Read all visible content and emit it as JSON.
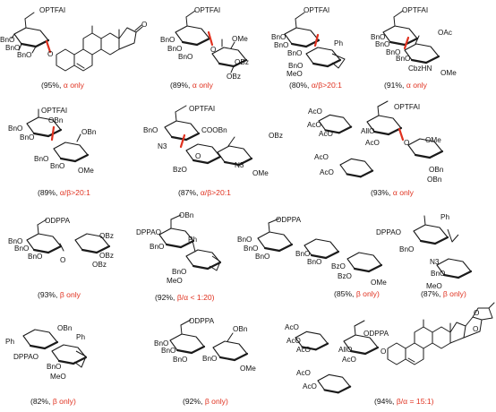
{
  "colors": {
    "protecting_group_green": "#2e8b2e",
    "protecting_group_blue": "#2f8fd0",
    "selectivity_red": "#e0311f",
    "bond": "#1a1a1a"
  },
  "compounds": [
    {
      "id": "c1",
      "group": "OPTFAI",
      "labels": [
        "BnO",
        "BnO",
        "BnO",
        "O"
      ],
      "yield": "(95%,",
      "selectivity": "α only"
    },
    {
      "id": "c2",
      "group": "OPTFAI",
      "labels": [
        "BnO",
        "BnO",
        "BnO",
        "O",
        "OMe",
        "OBz",
        "OBz",
        "O"
      ],
      "yield": "(89%,",
      "selectivity": "α only"
    },
    {
      "id": "c3",
      "group": "OPTFAI",
      "labels": [
        "BnO",
        "BnO",
        "BnO",
        "Ph",
        "BnO",
        "MeO",
        "O"
      ],
      "yield": "(80%,",
      "selectivity": "α/β>20:1"
    },
    {
      "id": "c4",
      "group": "OPTFAI",
      "labels": [
        "BnO",
        "BnO",
        "BnO",
        "OAc",
        "BnO",
        "CbzHN",
        "OMe"
      ],
      "yield": "(91%,",
      "selectivity": "α only"
    },
    {
      "id": "c5",
      "group": "OPTFAI",
      "labels": [
        "OBn",
        "BnO",
        "BnO",
        "OBn",
        "BnO",
        "BnO",
        "OMe"
      ],
      "yield": "(89%,",
      "selectivity": "α/β>20:1"
    },
    {
      "id": "c6",
      "group": "OPTFAI",
      "labels": [
        "BnO",
        "N3",
        "COOBn",
        "BzO",
        "O",
        "OBz",
        "N3",
        "OMe",
        "O"
      ],
      "yield": "(87%,",
      "selectivity": "α/β>20:1"
    },
    {
      "id": "c7",
      "group": "OPTFAI",
      "labels": [
        "AcO",
        "AcO",
        "AcO",
        "AllO",
        "AcO",
        "O",
        "AcO",
        "AcO",
        "OMe",
        "OBn",
        "OBn"
      ],
      "yield": "(93%,",
      "selectivity": "α only"
    },
    {
      "id": "c8",
      "group": "ODPPA",
      "labels": [
        "BnO",
        "BnO",
        "BnO",
        "O",
        "OBz",
        "OBz",
        "OBz"
      ],
      "yield": "(93%,",
      "selectivity": "β only"
    },
    {
      "id": "c9",
      "group": "DPPAO",
      "labels": [
        "OBn",
        "BnO",
        "BnO",
        "Ph",
        "BnO",
        "MeO"
      ],
      "yield": "(92%,",
      "selectivity": "β/α < 1:20)"
    },
    {
      "id": "c10",
      "group": "ODPPA",
      "labels": [
        "BnO",
        "BnO",
        "BnO",
        "BnO",
        "BnO",
        "BzO",
        "BzO",
        "OMe"
      ],
      "yield": "(85%,",
      "selectivity": "β only)"
    },
    {
      "id": "c11",
      "group": "DPPAO",
      "labels": [
        "Ph",
        "BnO",
        "N3",
        "BnO",
        "MeO"
      ],
      "yield": "(87%,",
      "selectivity": "β only)"
    },
    {
      "id": "c12",
      "group": "DPPAO",
      "labels": [
        "Ph",
        "OBn",
        "BnO",
        "BnO",
        "MeO"
      ],
      "yield": "(82%,",
      "selectivity": "β only)"
    },
    {
      "id": "c13",
      "group": "ODPPA",
      "labels": [
        "OBn",
        "BnO",
        "BnO",
        "BnO",
        "BnO",
        "OMe"
      ],
      "yield": "(92%,",
      "selectivity": "β only)"
    },
    {
      "id": "c14",
      "group": "ODPPA",
      "labels": [
        "AcO",
        "AcO",
        "AcO",
        "AllO",
        "AcO",
        "AcO",
        "AcO",
        "O",
        "O"
      ],
      "yield": "(94%,",
      "selectivity": "β/α = 15:1)"
    }
  ]
}
